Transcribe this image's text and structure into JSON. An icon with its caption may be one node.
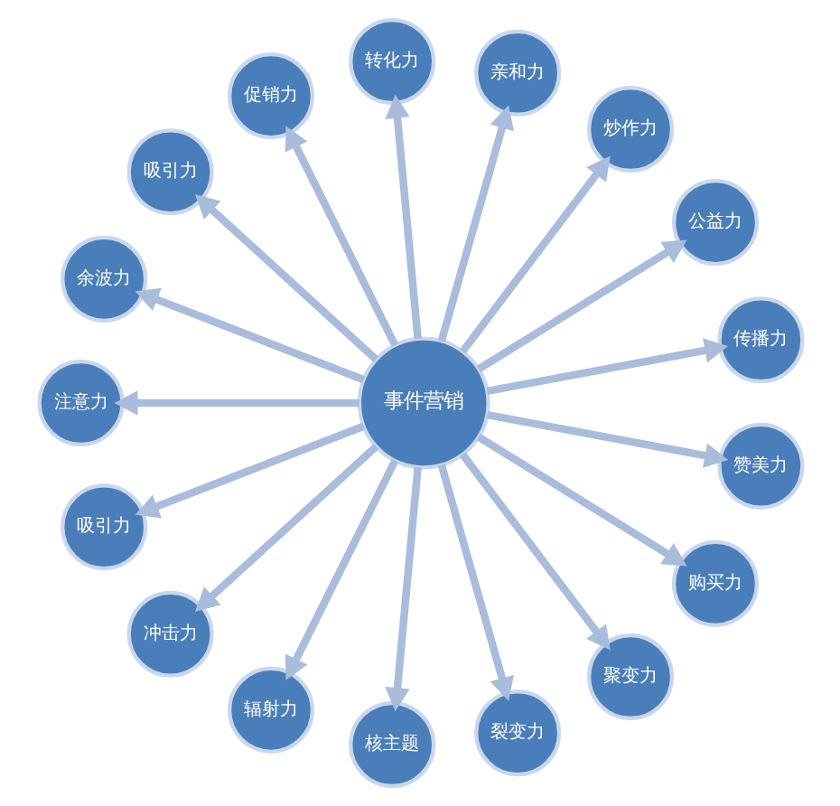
{
  "diagram": {
    "nodes": [
      {
        "text": [
          "事件营销"
        ]
      },
      {
        "text": [
          "传播力"
        ]
      },
      {
        "text": [
          "公益力"
        ]
      },
      {
        "text": [
          "炒作力"
        ]
      },
      {
        "text": [
          "亲和力"
        ]
      },
      {
        "text": [
          "转化力"
        ]
      },
      {
        "text": [
          "促销力"
        ]
      },
      {
        "text": [
          "吸引力"
        ]
      },
      {
        "text": [
          "余波力"
        ]
      },
      {
        "text": [
          "注意力"
        ]
      },
      {
        "text": [
          "吸引力"
        ]
      },
      {
        "text": [
          "冲击力"
        ]
      },
      {
        "text": [
          "辐射力"
        ]
      },
      {
        "text": [
          "核主题"
        ]
      },
      {
        "text": [
          "裂变力"
        ]
      },
      {
        "text": [
          "聚变力"
        ]
      },
      {
        "text": [
          "购买力"
        ]
      },
      {
        "text": [
          "赞美力"
        ]
      }
    ],
    "edges": [
      {
        "from": 0,
        "to": 1,
        "arrow": "to"
      },
      {
        "from": 0,
        "to": 2,
        "arrow": "to"
      },
      {
        "from": 0,
        "to": 3,
        "arrow": "to"
      },
      {
        "from": 0,
        "to": 4,
        "arrow": "to"
      },
      {
        "from": 0,
        "to": 5,
        "arrow": "to"
      },
      {
        "from": 0,
        "to": 6,
        "arrow": "to"
      },
      {
        "from": 0,
        "to": 7,
        "arrow": "to"
      },
      {
        "from": 0,
        "to": 8,
        "arrow": "to"
      },
      {
        "from": 0,
        "to": 9,
        "arrow": "to"
      },
      {
        "from": 0,
        "to": 10,
        "arrow": "to"
      },
      {
        "from": 0,
        "to": 11,
        "arrow": "to"
      },
      {
        "from": 0,
        "to": 12,
        "arrow": "to"
      },
      {
        "from": 0,
        "to": 13,
        "arrow": "to"
      },
      {
        "from": 0,
        "to": 14,
        "arrow": "to"
      },
      {
        "from": 0,
        "to": 15,
        "arrow": "to"
      },
      {
        "from": 0,
        "to": 16,
        "arrow": "to"
      },
      {
        "from": 0,
        "to": 17,
        "arrow": "to"
      }
    ]
  }
}
